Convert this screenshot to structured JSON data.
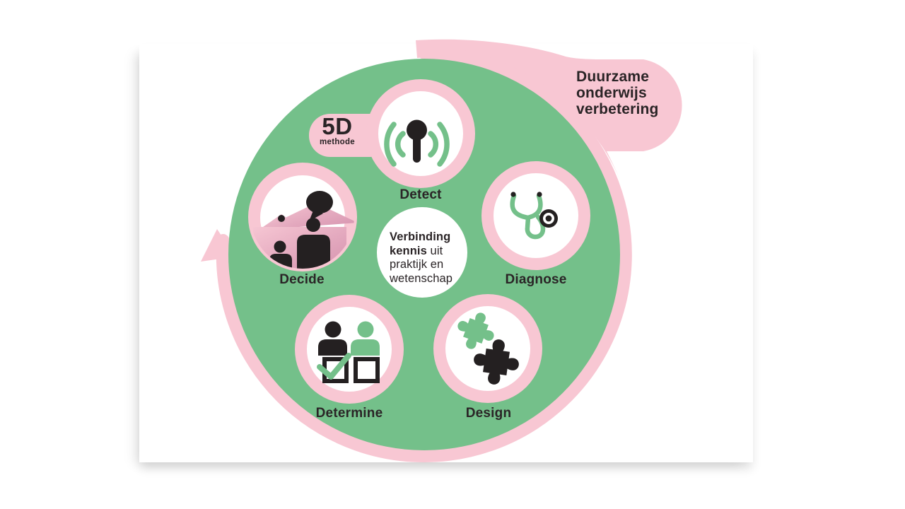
{
  "slide": {
    "method_badge": {
      "title": "5D",
      "subtitle": "methode"
    },
    "outcome_bubble": {
      "line1": "Duurzame",
      "line2": "onderwijs",
      "line3": "verbetering"
    },
    "center_circle": {
      "line1": "Verbinding",
      "line2_bold": "kennis",
      "line2_rest": " uit",
      "line3": "praktijk en",
      "line4": "wetenschap"
    },
    "stages": [
      {
        "label": "Detect",
        "icon": "signal-antenna-icon"
      },
      {
        "label": "Diagnose",
        "icon": "stethoscope-icon"
      },
      {
        "label": "Design",
        "icon": "puzzle-pieces-icon"
      },
      {
        "label": "Determine",
        "icon": "people-checkbox-icon"
      },
      {
        "label": "Decide",
        "icon": "people-house-speech-icon"
      }
    ],
    "colors": {
      "green": "#74c08a",
      "pink": "#f8c7d3",
      "ink": "#2a2426",
      "icon_black": "#242021"
    }
  }
}
